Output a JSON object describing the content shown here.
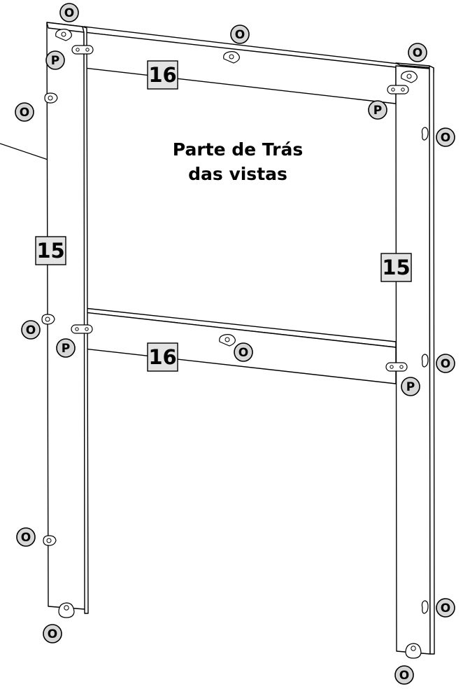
{
  "view_label": {
    "line1": "Parte de Trás",
    "line2": "das vistas"
  },
  "part_labels": {
    "left_post": "15",
    "right_post": "15",
    "top_rail": "16",
    "bottom_rail": "16"
  },
  "callouts": {
    "o": "O",
    "p": "P"
  },
  "colors": {
    "label_fill": "#e3e3e3",
    "callout_fill": "#d6d6d6",
    "line": "#000000"
  }
}
